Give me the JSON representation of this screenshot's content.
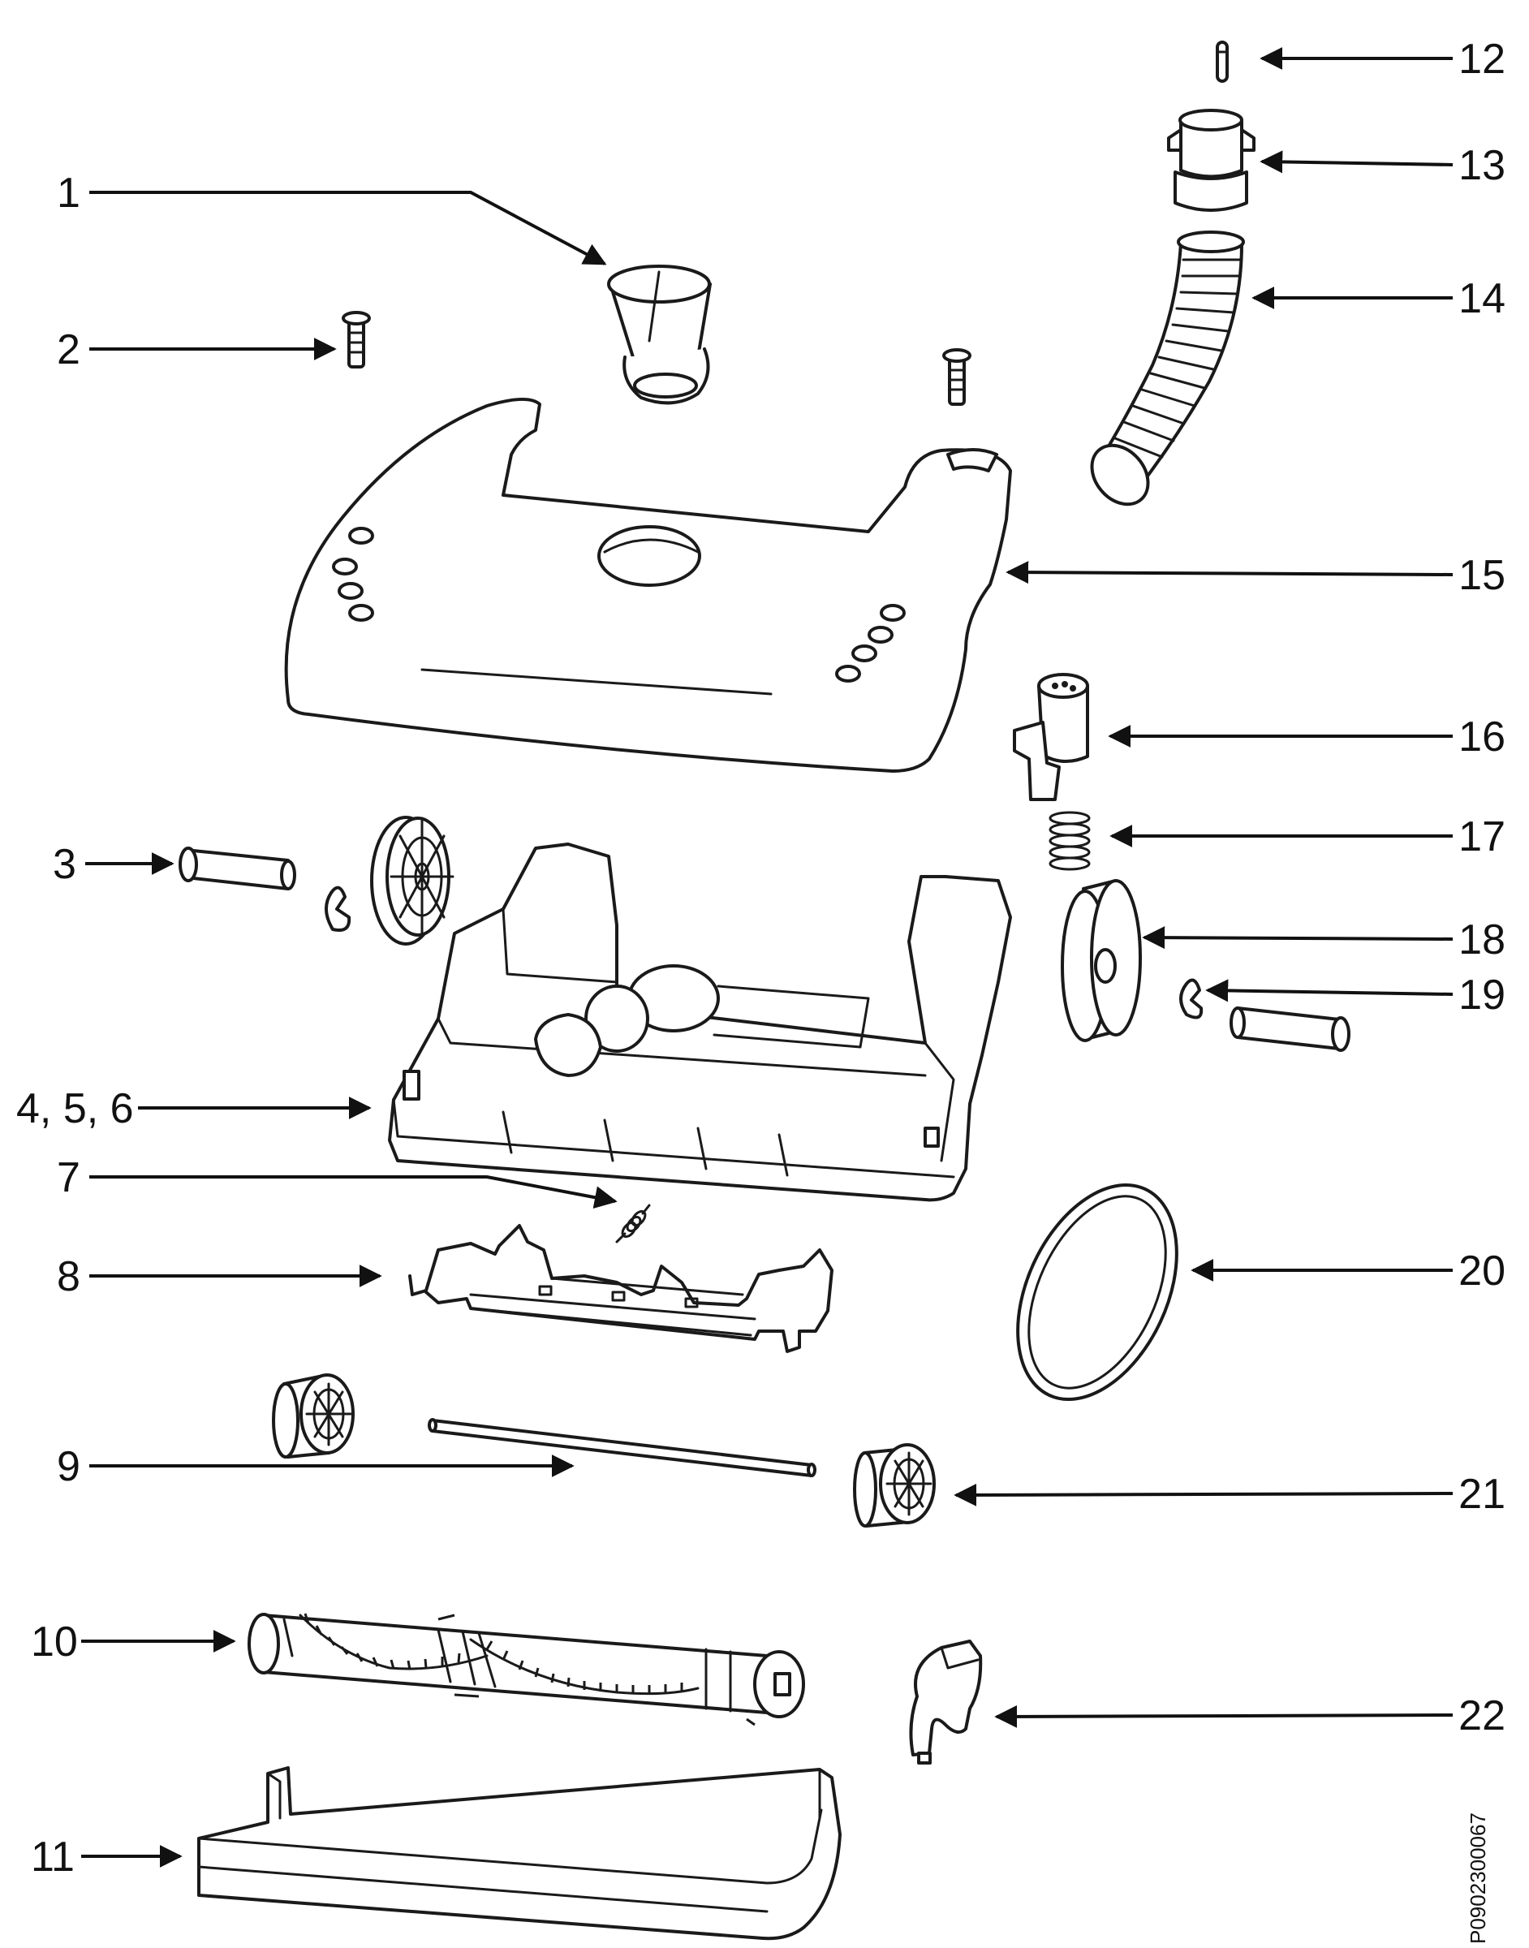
{
  "diagram": {
    "reference_code": "P0902300067",
    "callouts": [
      {
        "id": "1",
        "label": "1"
      },
      {
        "id": "2",
        "label": "2"
      },
      {
        "id": "3",
        "label": "3"
      },
      {
        "id": "4-5-6",
        "label": "4, 5, 6"
      },
      {
        "id": "7",
        "label": "7"
      },
      {
        "id": "8",
        "label": "8"
      },
      {
        "id": "9",
        "label": "9"
      },
      {
        "id": "10",
        "label": "10"
      },
      {
        "id": "11",
        "label": "11"
      },
      {
        "id": "12",
        "label": "12"
      },
      {
        "id": "13",
        "label": "13"
      },
      {
        "id": "14",
        "label": "14"
      },
      {
        "id": "15",
        "label": "15"
      },
      {
        "id": "16",
        "label": "16"
      },
      {
        "id": "17",
        "label": "17"
      },
      {
        "id": "18",
        "label": "18"
      },
      {
        "id": "19",
        "label": "19"
      },
      {
        "id": "20",
        "label": "20"
      },
      {
        "id": "21",
        "label": "21"
      },
      {
        "id": "22",
        "label": "22"
      }
    ]
  }
}
